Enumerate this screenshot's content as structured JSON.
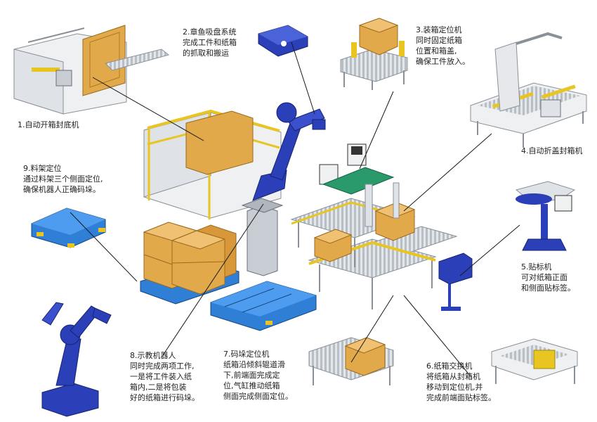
{
  "callouts": {
    "c1": {
      "lines": [
        "1.自动开箱封底机"
      ]
    },
    "c2": {
      "lines": [
        "2.章鱼吸盘系统",
        "完成工件和纸箱",
        "的抓取和搬运"
      ]
    },
    "c3": {
      "lines": [
        "3.装箱定位机",
        "同时固定纸箱",
        "位置和箱盖,",
        "确保工件放入。"
      ]
    },
    "c4": {
      "lines": [
        "4.自动折盖封箱机"
      ]
    },
    "c5": {
      "lines": [
        "5.贴标机",
        "可对纸箱正面",
        "和侧面贴标签。"
      ]
    },
    "c6": {
      "lines": [
        "6.纸箱交换机",
        "将纸箱从封箱机",
        "移动到定位机,并",
        "完成前端面贴标签。"
      ]
    },
    "c7": {
      "lines": [
        "7.码垛定位机",
        "纸箱沿倾斜辊道滑",
        "下,前端面完成定",
        "位,气缸推动纸箱",
        "侧面完成侧面定位。"
      ]
    },
    "c8": {
      "lines": [
        "8.示教机器人",
        "同时完成两项工作,",
        "一是将工件装入纸",
        "箱内,二是将包装",
        "好的纸箱进行码垛。"
      ]
    },
    "c9": {
      "lines": [
        "9.料架定位",
        "通过料架三个侧面定位,",
        "确保机器人正确码垛。"
      ]
    }
  },
  "colors": {
    "robot_blue": "#2a3fb8",
    "pallet_blue": "#2f7fd6",
    "box_tan": "#e2a94a",
    "frame_yellow": "#e8c521",
    "steel": "#d9dde2",
    "leader": "#1a1a1a"
  }
}
